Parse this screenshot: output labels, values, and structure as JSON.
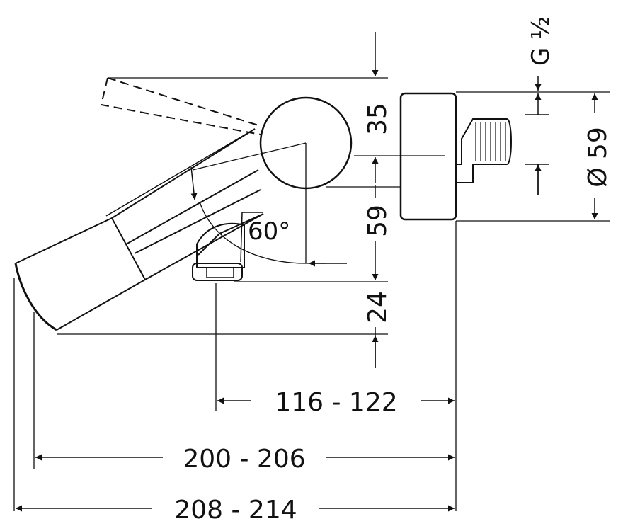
{
  "dimensions": {
    "g_half": "G ½",
    "height_35": "35",
    "height_59": "59",
    "diameter_59": "Ø 59",
    "height_24": "24",
    "angle": "60°",
    "width_116_122": "116 - 122",
    "width_200_206": "200 - 206",
    "width_208_214": "208 - 214"
  },
  "colors": {
    "line": "#111111",
    "background": "#ffffff"
  }
}
